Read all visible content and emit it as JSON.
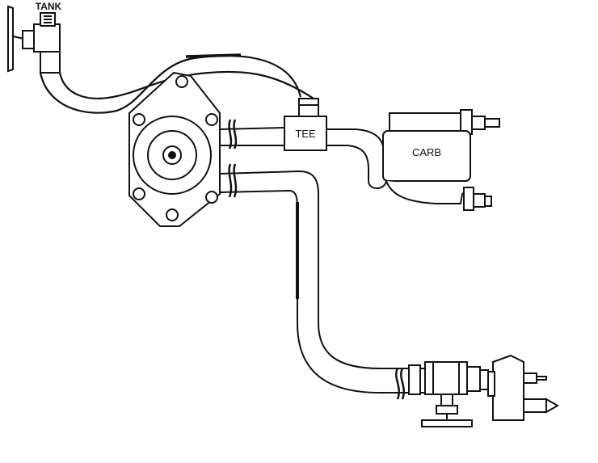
{
  "labels": {
    "tank": "TANK",
    "tee": "TEE",
    "carb": "CARB"
  },
  "colors": {
    "line": "#111111",
    "background": "#ffffff"
  },
  "icons": [
    "tank-valve-icon",
    "fuel-pump-icon",
    "tee-fitting-icon",
    "carburetor-icon",
    "shutoff-valve-icon",
    "spark-plug-icon"
  ]
}
